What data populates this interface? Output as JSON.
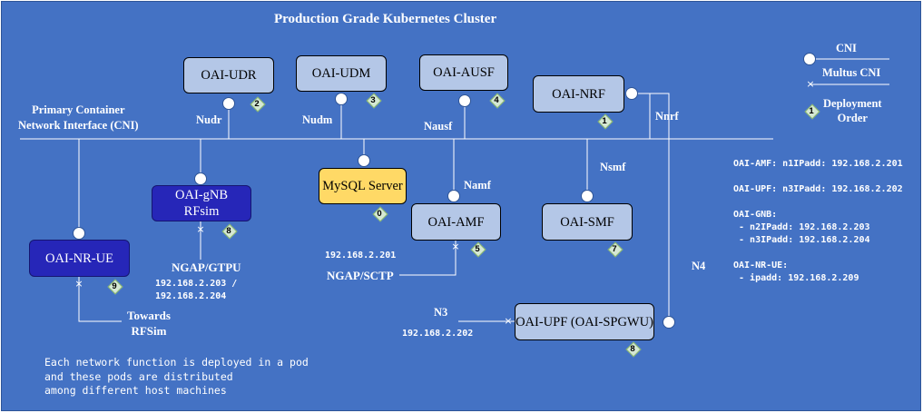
{
  "title": "Production Grade Kubernetes Cluster",
  "cni_label": "Primary Container\nNetwork Interface (CNI)",
  "legend": {
    "cni": "CNI",
    "multus": "Multus CNI",
    "deployment": "Deployment\nOrder",
    "order_example": "1"
  },
  "nodes": {
    "udr": {
      "label": "OAI-UDR",
      "order": "2"
    },
    "udm": {
      "label": "OAI-UDM",
      "order": "3"
    },
    "ausf": {
      "label": "OAI-AUSF",
      "order": "4"
    },
    "nrf": {
      "label": "OAI-NRF",
      "order": "1"
    },
    "mysql": {
      "label": "MySQL Server",
      "order": "0"
    },
    "amf": {
      "label": "OAI-AMF",
      "order": "5"
    },
    "smf": {
      "label": "OAI-SMF",
      "order": "7"
    },
    "gnb": {
      "label": "OAI-gNB\nRFsim",
      "order": "8"
    },
    "ue": {
      "label": "OAI-NR-UE",
      "order": "9"
    },
    "upf": {
      "label": "OAI-UPF (OAI-SPGWU)",
      "order": "8"
    }
  },
  "interfaces": {
    "nudr": "Nudr",
    "nudm": "Nudm",
    "nausf": "Nausf",
    "nnrf": "Nnrf",
    "namf": "Namf",
    "nsmf": "Nsmf",
    "n4": "N4",
    "n3": "N3",
    "ngap_gtpu": "NGAP/GTPU",
    "ngap_sctp": "NGAP/SCTP",
    "towards_rfsim": "Towards\nRFSim"
  },
  "ips": {
    "amf": "192.168.2.201",
    "gnb": "192.168.2.203 /\n192.168.2.204",
    "upf": "192.168.2.202"
  },
  "ip_table": [
    {
      "name": "OAI-AMF: n1IPadd: 192.168.2.201",
      "lines": []
    },
    {
      "name": "OAI-UPF: n3IPadd: 192.168.2.202",
      "lines": []
    },
    {
      "name": "OAI-GNB:",
      "lines": [
        " - n2IPadd: 192.168.2.203",
        " - n3IPadd: 192.168.2.204"
      ]
    },
    {
      "name": "OAI-NR-UE:",
      "lines": [
        " - ipadd: 192.168.2.209"
      ]
    }
  ],
  "note": "Each network function is deployed in a pod\nand these pods are distributed\namong different host machines",
  "colors": {
    "background": "#4472c4",
    "box_light": "#b4c7e7",
    "box_dark": "#2626b8",
    "box_yellow": "#ffd966",
    "diamond": "#d5e8d4",
    "line": "#ffffff"
  }
}
